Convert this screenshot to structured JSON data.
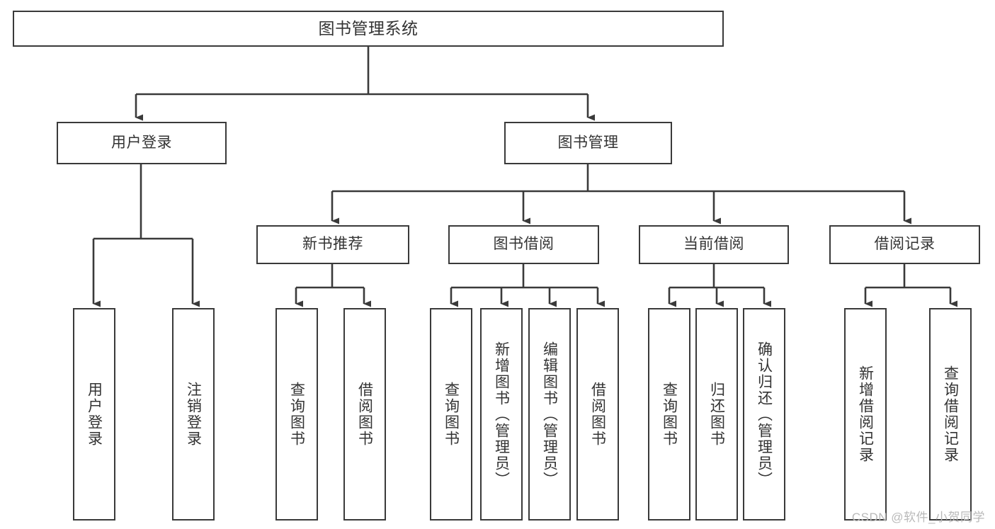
{
  "diagram": {
    "type": "tree-hierarchy",
    "title": "图书管理系统",
    "orientation": "top-down",
    "colors": {
      "box_border": "#3a3a3a",
      "box_fill": "#ffffff",
      "text": "#333333",
      "edge": "#3a3a3a",
      "watermark": "#b9b9b9",
      "background": "#ffffff"
    },
    "nodes": {
      "root": {
        "label": "图书管理系统",
        "level": 1,
        "text_orientation": "horizontal"
      },
      "level2": [
        {
          "id": "user-login",
          "label": "用户登录",
          "text_orientation": "horizontal"
        },
        {
          "id": "book-manage",
          "label": "图书管理",
          "text_orientation": "horizontal"
        }
      ],
      "level3": [
        {
          "id": "new-book-recommend",
          "label": "新书推荐",
          "text_orientation": "horizontal"
        },
        {
          "id": "book-borrow",
          "label": "图书借阅",
          "text_orientation": "horizontal"
        },
        {
          "id": "current-borrow",
          "label": "当前借阅",
          "text_orientation": "horizontal"
        },
        {
          "id": "borrow-record",
          "label": "借阅记录",
          "text_orientation": "horizontal"
        }
      ],
      "leaves": [
        {
          "id": "leaf-user-login",
          "label": "用户登录",
          "parent": "user-login",
          "text_orientation": "vertical"
        },
        {
          "id": "leaf-logout-login",
          "label": "注销登录",
          "parent": "user-login",
          "text_orientation": "vertical"
        },
        {
          "id": "leaf-query-book-1",
          "label": "查询图书",
          "parent": "new-book-recommend",
          "text_orientation": "vertical"
        },
        {
          "id": "leaf-borrow-book-1",
          "label": "借阅图书",
          "parent": "new-book-recommend",
          "text_orientation": "vertical"
        },
        {
          "id": "leaf-query-book-2",
          "label": "查询图书",
          "parent": "book-borrow",
          "text_orientation": "vertical"
        },
        {
          "id": "leaf-add-book",
          "label": "新增图书（管理员）",
          "parent": "book-borrow",
          "text_orientation": "vertical"
        },
        {
          "id": "leaf-edit-book",
          "label": "编辑图书（管理员）",
          "parent": "book-borrow",
          "text_orientation": "vertical"
        },
        {
          "id": "leaf-borrow-book-2",
          "label": "借阅图书",
          "parent": "book-borrow",
          "text_orientation": "vertical"
        },
        {
          "id": "leaf-query-book-3",
          "label": "查询图书",
          "parent": "current-borrow",
          "text_orientation": "vertical"
        },
        {
          "id": "leaf-return-book",
          "label": "归还图书",
          "parent": "current-borrow",
          "text_orientation": "vertical"
        },
        {
          "id": "leaf-confirm-return",
          "label": "确认归还（管理员）",
          "parent": "current-borrow",
          "text_orientation": "vertical"
        },
        {
          "id": "leaf-add-record",
          "label": "新增借阅记录",
          "parent": "borrow-record",
          "text_orientation": "vertical"
        },
        {
          "id": "leaf-query-record",
          "label": "查询借阅记录",
          "parent": "borrow-record",
          "text_orientation": "vertical"
        }
      ]
    }
  },
  "watermark": {
    "text": "CSDN @软件_小贺同学"
  }
}
